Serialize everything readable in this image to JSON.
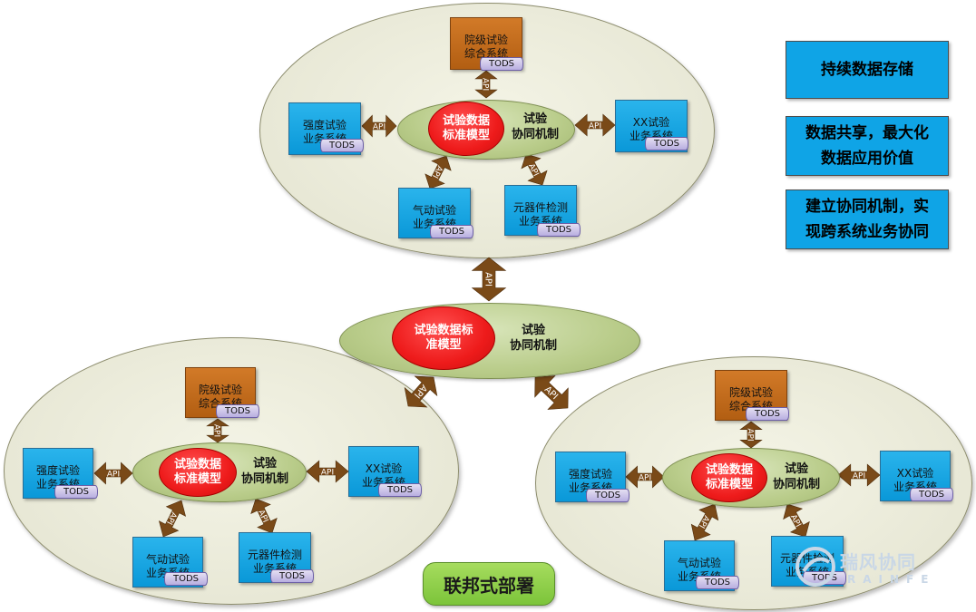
{
  "labels": {
    "std_model": "试验数据\n标准模型",
    "std_model_center": "试验数据标\n准模型",
    "mechanism": "试验\n协同机制",
    "api": "API",
    "tods": "TODS"
  },
  "systems": {
    "comprehensive": "院级试验\n综合系统",
    "strength": "强度试验\n业务系统",
    "xx": "XX试验\n业务系统",
    "aero": "气动试验\n业务系统",
    "component": "元器件检测\n业务系统"
  },
  "side_notes": [
    "持续数据存储",
    "数据共享，最大化\n数据应用价值",
    "建立协同机制，实\n现跨系统业务协同"
  ],
  "footer": "联邦式部署",
  "watermark": {
    "name": "瑞风协同",
    "sub": "RAINFE"
  },
  "colors": {
    "red_core": "#ee1b1b",
    "green_core": "#b9cc8a",
    "system_blue": "#0a98d8",
    "system_orange": "#b25e12",
    "arrow_brown": "#7a4a18",
    "note_blue": "#0fa4e6",
    "footer_green": "#7cc43a"
  }
}
